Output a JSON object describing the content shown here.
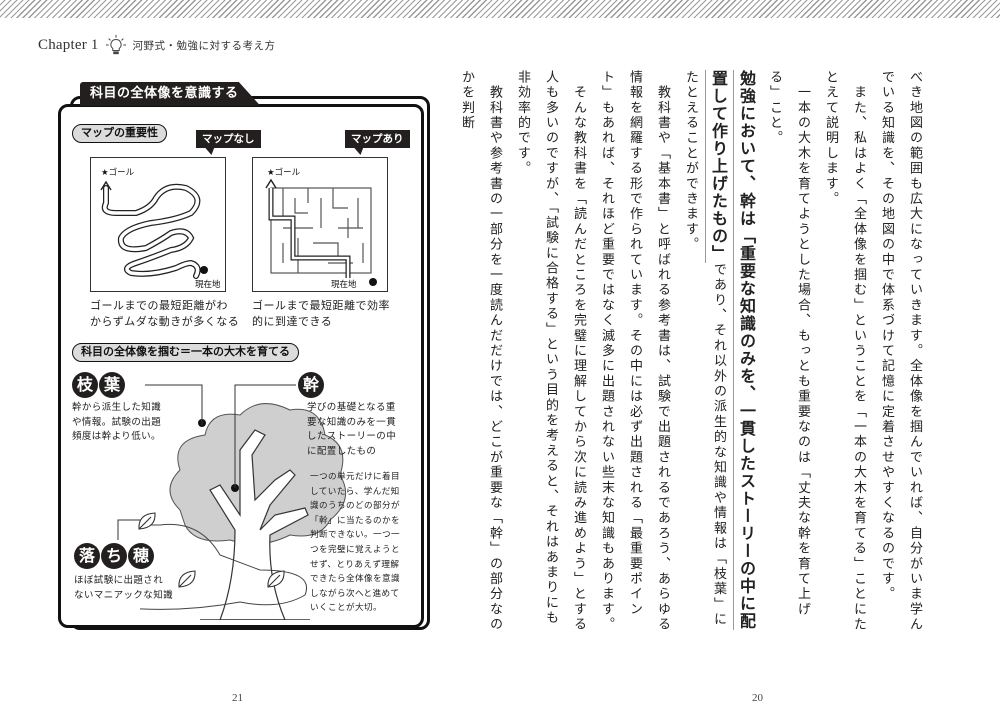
{
  "header": {
    "chapter_label": "Chapter 1",
    "chapter_title": "河野式・勉強に対する考え方",
    "icon": "lightbulb-icon"
  },
  "left_page": {
    "page_number": "21",
    "card": {
      "tab_title": "科目の全体像を意識する",
      "section1": {
        "pill": "マップの重要性",
        "map_without": {
          "callout": "マップなし",
          "goal_label": "★ゴール",
          "current_label": "現在地",
          "caption_line1": "ゴールまでの最短距離がわ",
          "caption_line2": "からずムダな動きが多くなる"
        },
        "map_with": {
          "callout": "マップあり",
          "goal_label": "★ゴール",
          "current_label": "現在地",
          "caption_line1": "ゴールまで最短距離で効率",
          "caption_line2": "的に到達できる"
        }
      },
      "section2": {
        "pill": "科目の全体像を掴む＝一本の大木を育てる",
        "branches": {
          "badge": [
            "枝",
            "葉"
          ],
          "lines": [
            "幹から派生した知識",
            "や情報。試験の出題",
            "頻度は幹より低い。"
          ]
        },
        "trunk": {
          "badge": [
            "幹"
          ],
          "lines": [
            "学びの基礎となる重",
            "要な知識のみを一貫",
            "したストーリーの中",
            "に配置したもの"
          ]
        },
        "fallen": {
          "badge": [
            "落",
            "ち",
            "穂"
          ],
          "lines": [
            "ほぼ試験に出題され",
            "ないマニアックな知識"
          ]
        },
        "note_lines": [
          "一つの単元だけに着目",
          "していたら、学んだ知",
          "識のうちのどの部分が",
          "「幹」に当たるのかを",
          "判断できない。一つ一",
          "つを完璧に覚えようと",
          "せず、とりあえず理解",
          "できたら全体像を意識",
          "しながら次へと進めて",
          "いくことが大切。"
        ]
      }
    }
  },
  "right_page": {
    "page_number": "20",
    "paragraphs": [
      "べき地図の範囲も広大になっていきます。全体像を掴んでいれば、自分がいま学んでいる知識を、その地図の中で体系づけて記憶に定着させやすくなるのです。",
      "　また、私はよく「全体像を掴む」ということを「一本の大木を育てる」ことにたとえて説明します。",
      "　一本の大木を育てようとした場合、もっとも重要なのは「丈夫な幹を育て上げる」こと。"
    ],
    "emphasis": "勉強において、幹は「重要な知識のみを、一貫したストーリーの中に配置して作り上げたもの」",
    "emphasis_tail": "であり、それ以外の派生的な知識や情報は「枝葉」にたとえることができます。",
    "paragraphs2": [
      "　教科書や「基本書」と呼ばれる参考書は、試験で出題されるであろう、あらゆる情報を網羅する形で作られています。その中には必ず出題される「最重要ポイント」もあれば、それほど重要ではなく滅多に出題されない些末な知識もあります。",
      "　そんな教科書を「読んだところを完璧に理解してから次に読み進めよう」とする人も多いのですが、「試験に合格する」という目的を考えると、それはあまりにも非効率的です。",
      "　教科書や参考書の一部分を一度読んだだけでは、どこが重要な「幹」の部分なのかを判断"
    ]
  }
}
